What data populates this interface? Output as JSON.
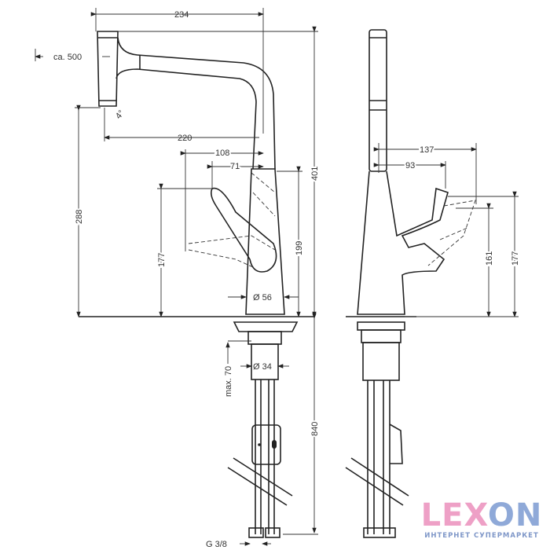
{
  "front_view": {
    "dim_width_total": "234",
    "dim_pullout": "ca. 500",
    "dim_angle": "4°",
    "dim_reach": "220",
    "dim_lever_reach": "108",
    "dim_lever_offset": "71",
    "dim_spout_height": "288",
    "dim_lever_height": "177",
    "dim_body_height": "199",
    "dim_total_height": "401",
    "dim_body_diameter": "Ø 56",
    "dim_max_thickness": "max. 70",
    "dim_hole_diameter": "Ø 34",
    "dim_hose_length": "840",
    "dim_connection": "G 3/8"
  },
  "side_view": {
    "dim_lever_swing": "137",
    "dim_lever_depth": "93",
    "dim_lever_height_a": "161",
    "dim_lever_height_b": "177"
  },
  "logo": {
    "word_part1": "LEX",
    "word_part2": "ON",
    "subtitle": "ИНТЕРНЕТ СУПЕРМАРКЕТ",
    "pink": "#eea0c6",
    "blue": "#8fa9d8"
  }
}
